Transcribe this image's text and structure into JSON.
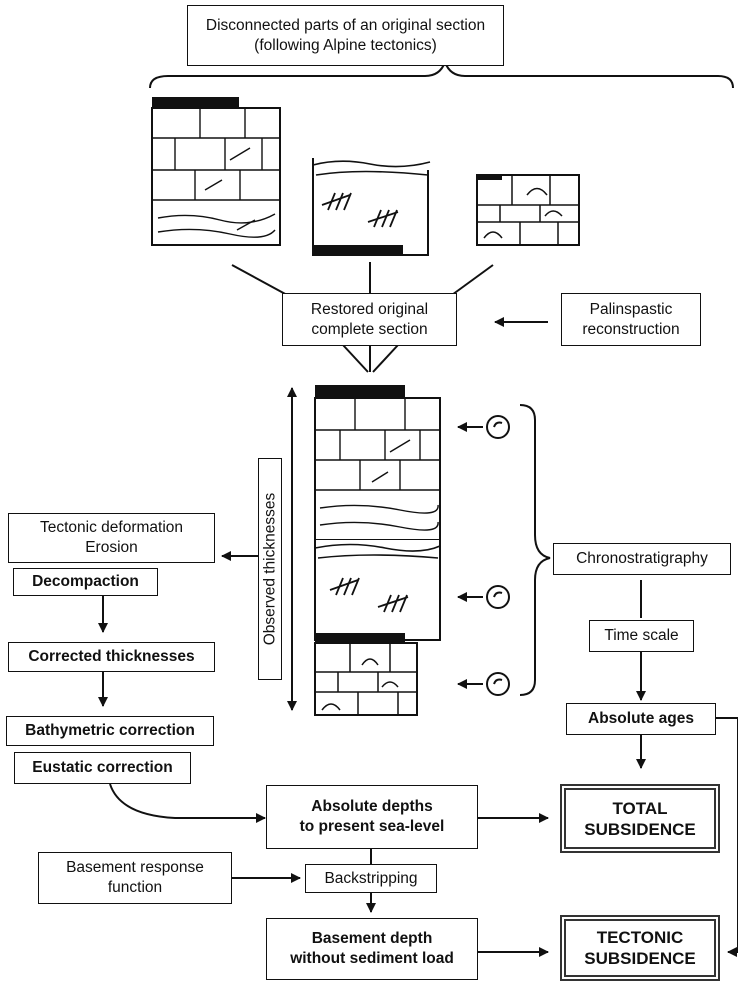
{
  "title": {
    "line1": "Disconnected parts of an original section",
    "line2": "(following Alpine tectonics)"
  },
  "restored": {
    "line1": "Restored original",
    "line2": "complete section"
  },
  "palinspastic": {
    "line1": "Palinspastic",
    "line2": "reconstruction"
  },
  "observed": "Observed thicknesses",
  "left_chain": {
    "tectonic_line1": "Tectonic deformation",
    "tectonic_line2": "Erosion",
    "decompaction": "Decompaction",
    "corrected": "Corrected thicknesses",
    "bathymetric": "Bathymetric correction",
    "eustatic": "Eustatic correction"
  },
  "right_chain": {
    "chronostratigraphy": "Chronostratigraphy",
    "time_scale": "Time scale",
    "absolute_ages": "Absolute ages"
  },
  "absolute_depths": {
    "line1": "Absolute depths",
    "line2": "to present sea-level"
  },
  "total_subsidence": {
    "line1": "TOTAL",
    "line2": "SUBSIDENCE"
  },
  "basement_response": {
    "line1": "Basement response",
    "line2": "function"
  },
  "backstripping": "Backstripping",
  "basement_depth": {
    "line1": "Basement depth",
    "line2": "without sediment load"
  },
  "tectonic_subsidence": {
    "line1": "TECTONIC",
    "line2": "SUBSIDENCE"
  }
}
